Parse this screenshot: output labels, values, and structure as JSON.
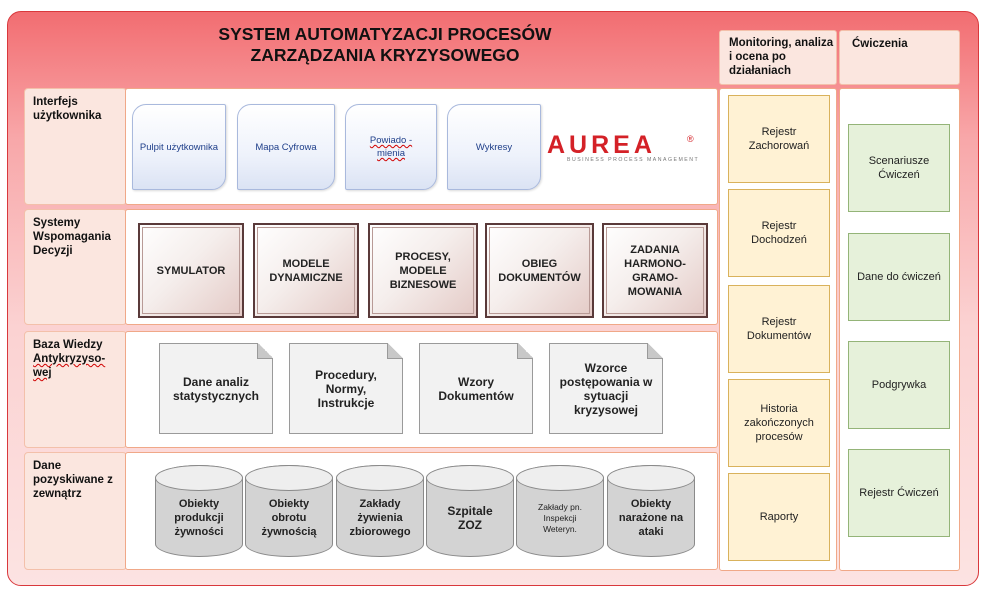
{
  "title_line1": "SYSTEM AUTOMATYZACJI PROCESÓW",
  "title_line2": "ZARZĄDZANIA KRYZYSOWEGO",
  "rows": {
    "interfejs": {
      "label": "Interfejs użytkownika",
      "boxes": [
        "Pulpit użytkownika",
        "Mapa Cyfrowa",
        "Powiado - mienia",
        "Wykresy"
      ],
      "logo": {
        "name": "AUREA",
        "mark": "®",
        "tagline": "BUSINESS PROCESS MANAGEMENT"
      }
    },
    "systemy": {
      "label": "Systemy Wspomagania Decyzji",
      "boxes": [
        "SYMULATOR",
        "MODELE DYNAMICZNE",
        "PROCESY, MODELE BIZNESOWE",
        "OBIEG DOKUMENTÓW",
        "ZADANIA HARMONO- GRAMO- MOWANIA"
      ]
    },
    "baza": {
      "label_line1": "Baza Wiedzy",
      "label_line2": "Antykryzyso-",
      "label_line3": "wej",
      "docs": [
        "Dane analiz statystycznych",
        "Procedury, Normy, Instrukcje",
        "Wzory Dokumentów",
        "Wzorce postępowania w sytuacji kryzysowej"
      ]
    },
    "dane": {
      "label": "Dane pozyskiwane z zewnątrz",
      "cylinders": [
        "Obiekty produkcji żywności",
        "Obiekty obrotu żywnością",
        "Zakłady żywienia zbiorowego",
        "Szpitale ZOZ",
        "Zakłady pn. Inspekcji Weteryn.",
        "Obiekty narażone na ataki"
      ]
    }
  },
  "monitoring": {
    "header": "Monitoring, analiza i ocena po działaniach",
    "boxes": [
      "Rejestr Zachorowań",
      "Rejestr Dochodzeń",
      "Rejestr Dokumentów",
      "Historia zakończonych procesów",
      "Raporty"
    ]
  },
  "cwiczenia": {
    "header": "Ćwiczenia",
    "boxes": [
      "Scenariusze Ćwiczeń",
      "Dane do ćwiczeń",
      "Podgrywka",
      "Rejestr Ćwiczeń"
    ]
  },
  "colors": {
    "frame": "#d9383c",
    "aurea_red": "#d42127",
    "blue_text": "#1f3f8a"
  }
}
